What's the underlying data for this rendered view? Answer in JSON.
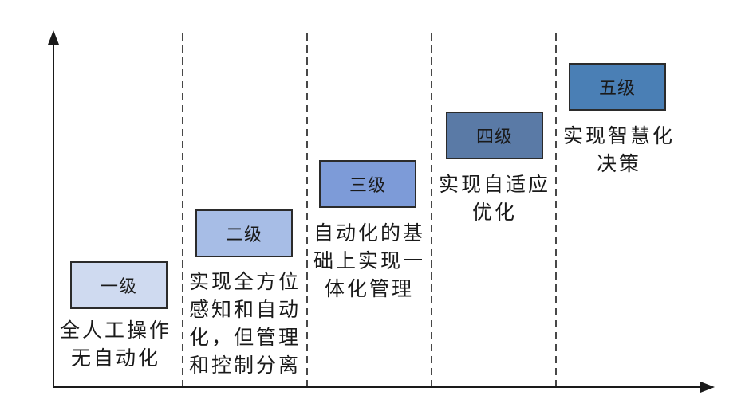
{
  "levels": [
    {
      "label": "一级",
      "description": "全人工操作\n无自动化",
      "color": "#cfdaf0"
    },
    {
      "label": "二级",
      "description": "实现全方位\n感知和自动\n化，但管理\n和控制分离",
      "color": "#a7bde6"
    },
    {
      "label": "三级",
      "description": "自动化的基\n础上实现一\n体化管理",
      "color": "#7d9bd8"
    },
    {
      "label": "四级",
      "description": "实现自适应\n优化",
      "color": "#5a7aa6"
    },
    {
      "label": "五级",
      "description": "实现智慧化\n决策",
      "color": "#4a7fb5"
    }
  ]
}
